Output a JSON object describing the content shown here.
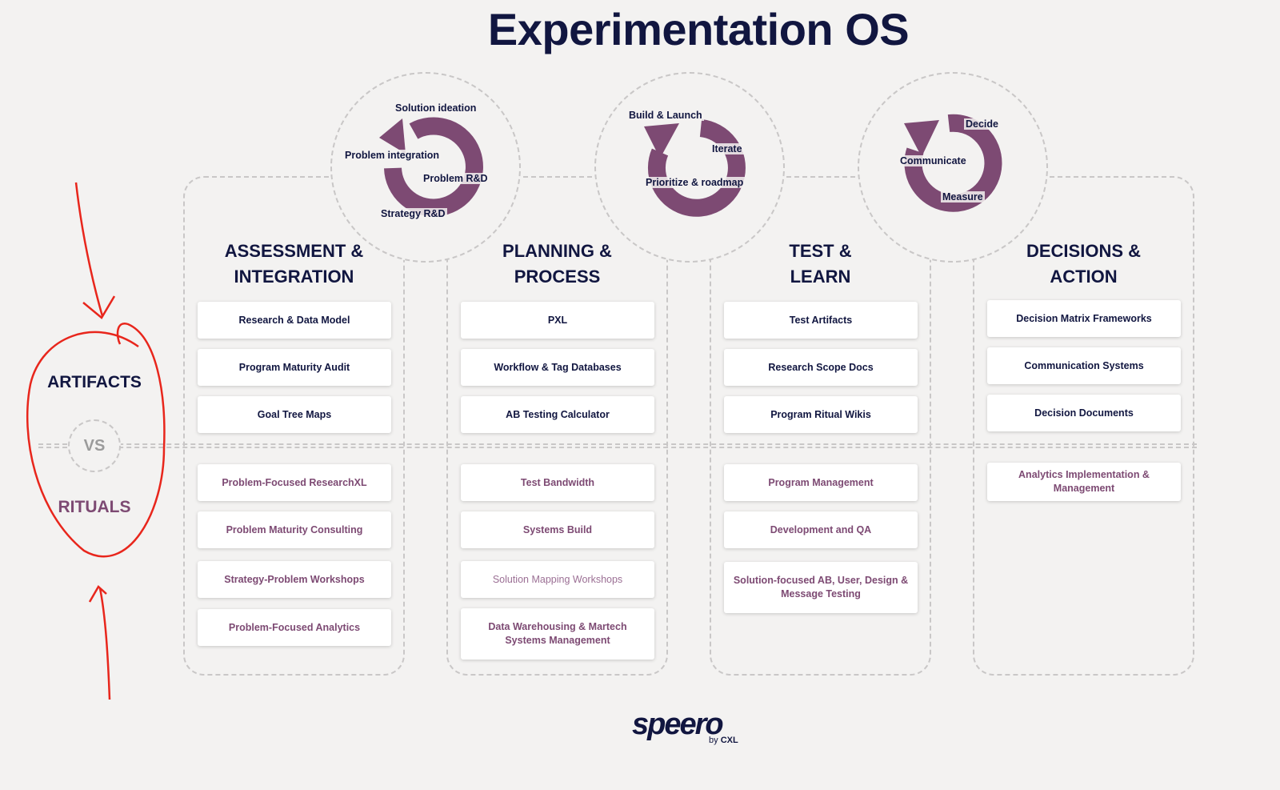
{
  "title": "Experimentation OS",
  "side": {
    "artifacts": "ARTIFACTS",
    "vs": "VS",
    "rituals": "RITUALS"
  },
  "columns": [
    {
      "title_line1": "ASSESSMENT &",
      "title_line2": "INTEGRATION",
      "cycle": [
        "Solution ideation",
        "Problem integration",
        "Problem R&D",
        "Strategy R&D"
      ],
      "artifacts": [
        "Research & Data Model",
        "Program Maturity Audit",
        "Goal Tree Maps"
      ],
      "rituals": [
        "Problem-Focused ResearchXL",
        "Problem Maturity Consulting",
        "Strategy-Problem Workshops",
        "Problem-Focused Analytics"
      ]
    },
    {
      "title_line1": "PLANNING &",
      "title_line2": "PROCESS",
      "cycle": [
        "Build & Launch",
        "Iterate",
        "Prioritize & roadmap"
      ],
      "artifacts": [
        "PXL",
        "Workflow & Tag Databases",
        "AB Testing Calculator"
      ],
      "rituals": [
        "Test Bandwidth",
        "Systems Build",
        "Solution Mapping Workshops",
        "Data Warehousing & Martech Systems Management"
      ]
    },
    {
      "title_line1": "TEST &",
      "title_line2": "LEARN",
      "cycle": [],
      "artifacts": [
        "Test Artifacts",
        "Research Scope Docs",
        "Program Ritual Wikis"
      ],
      "rituals": [
        "Program Management",
        "Development and QA",
        "Solution-focused AB, User, Design & Message Testing"
      ]
    },
    {
      "title_line1": "DECISIONS &",
      "title_line2": "ACTION",
      "cycle": [
        "Decide",
        "Communicate",
        "Measure"
      ],
      "artifacts": [
        "Decision Matrix Frameworks",
        "Communication Systems",
        "Decision Documents"
      ],
      "rituals": [
        "Analytics Implementation & Management"
      ]
    }
  ],
  "logo": {
    "brand": "speero",
    "by": "by",
    "sub": "CXL"
  },
  "colors": {
    "accent": "#7d4a73",
    "navy": "#111640",
    "annotation": "#e8261c",
    "background": "#f3f2f1"
  }
}
